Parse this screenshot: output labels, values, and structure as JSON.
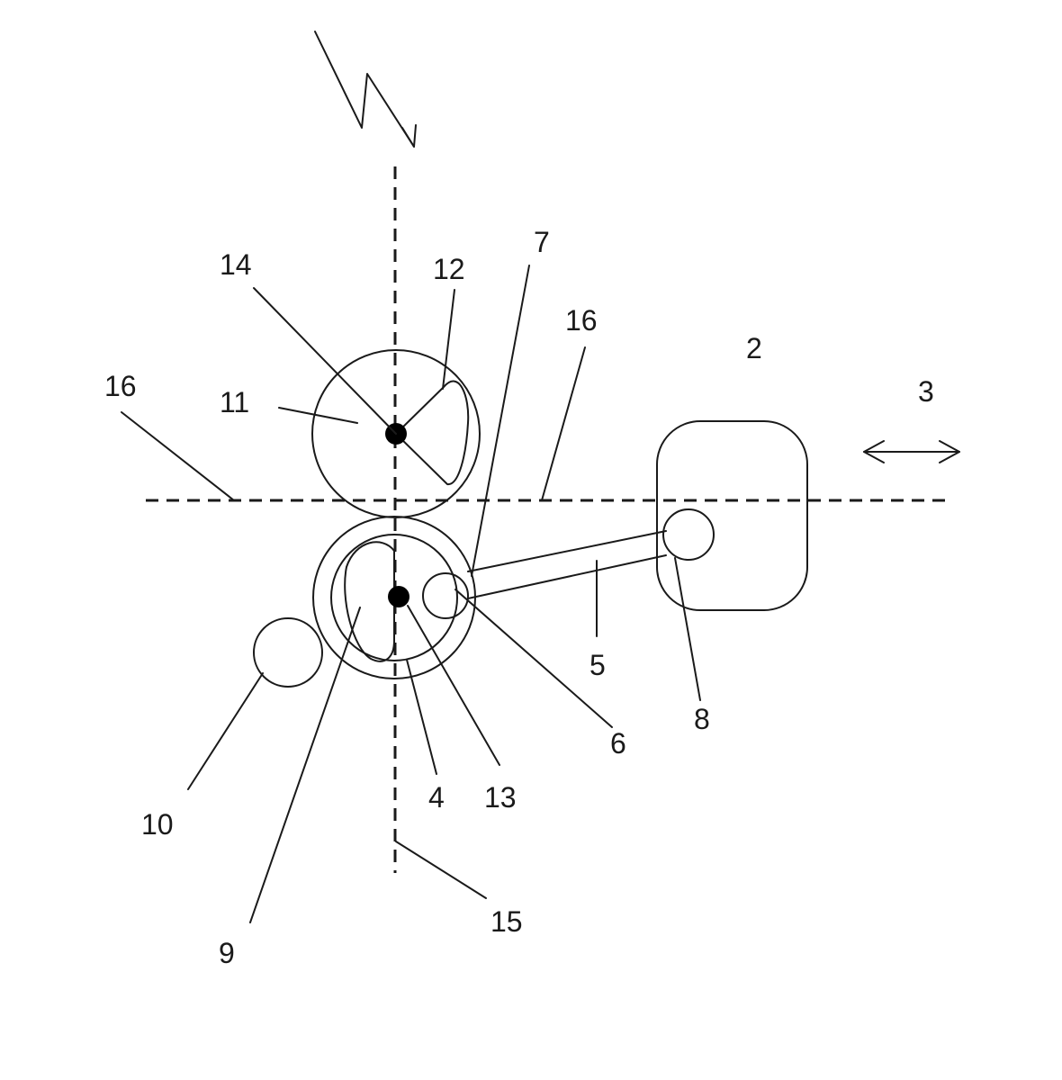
{
  "figure": {
    "labels": {
      "l2": "2",
      "l3": "3",
      "l4": "4",
      "l5": "5",
      "l6": "6",
      "l7": "7",
      "l8": "8",
      "l9": "9",
      "l10": "10",
      "l11": "11",
      "l12": "12",
      "l13": "13",
      "l14": "14",
      "l15": "15",
      "l16a": "16",
      "l16b": "16"
    }
  }
}
